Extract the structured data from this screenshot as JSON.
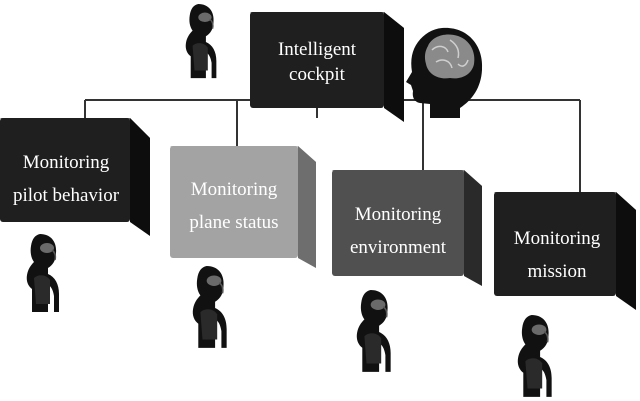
{
  "root": {
    "line1": "Intelligent",
    "line2": "cockpit",
    "icon": "head-with-brain-icon"
  },
  "modules": [
    {
      "line1": "Monitoring",
      "line2": "pilot behavior",
      "icon": "humanoid-robot-icon",
      "face": "#1f1f1f"
    },
    {
      "line1": "Monitoring",
      "line2": "plane status",
      "icon": "humanoid-robot-icon",
      "face": "#a3a3a3"
    },
    {
      "line1": "Monitoring",
      "line2": "environment",
      "icon": "humanoid-robot-icon",
      "face": "#505050"
    },
    {
      "line1": "Monitoring",
      "line2": "mission",
      "icon": "humanoid-robot-icon",
      "face": "#1f1f1f"
    }
  ],
  "colors": {
    "box_dark": "#1f1f1f",
    "box_light": "#a3a3a3",
    "box_mid": "#505050",
    "connector": "#333333",
    "robot": "#111111"
  }
}
